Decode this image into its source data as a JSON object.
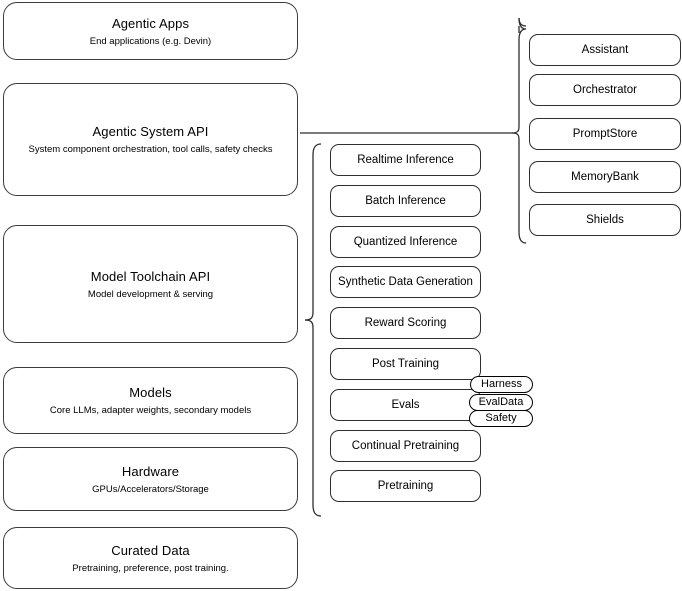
{
  "diagram": {
    "title": "Agentic stack layered architecture",
    "stroke_color": "#3c3c3c",
    "background_color": "#ffffff",
    "pill_stroke_color": "#000000"
  },
  "layers": [
    {
      "title": "Agentic Apps",
      "subtitle": "End applications (e.g. Devin)"
    },
    {
      "title": "Agentic System API",
      "subtitle": "System component orchestration, tool calls, safety checks"
    },
    {
      "title": "Model Toolchain API",
      "subtitle": "Model development & serving"
    },
    {
      "title": "Models",
      "subtitle": "Core LLMs, adapter weights, secondary models"
    },
    {
      "title": "Hardware",
      "subtitle": "GPUs/Accelerators/Storage"
    },
    {
      "title": "Curated Data",
      "subtitle": "Pretraining, preference, post training."
    }
  ],
  "toolchain_capabilities": [
    {
      "label": "Realtime Inference"
    },
    {
      "label": "Batch Inference"
    },
    {
      "label": "Quantized Inference"
    },
    {
      "label": "Synthetic Data Generation"
    },
    {
      "label": "Reward Scoring"
    },
    {
      "label": "Post Training"
    },
    {
      "label": "Evals"
    },
    {
      "label": "Continual Pretraining"
    },
    {
      "label": "Pretraining"
    }
  ],
  "system_components": [
    {
      "label": "Assistant"
    },
    {
      "label": "Orchestrator"
    },
    {
      "label": "PromptStore"
    },
    {
      "label": "MemoryBank"
    },
    {
      "label": "Shields"
    }
  ],
  "eval_tags": [
    {
      "label": "Harness"
    },
    {
      "label": "EvalData"
    },
    {
      "label": "Safety"
    }
  ]
}
